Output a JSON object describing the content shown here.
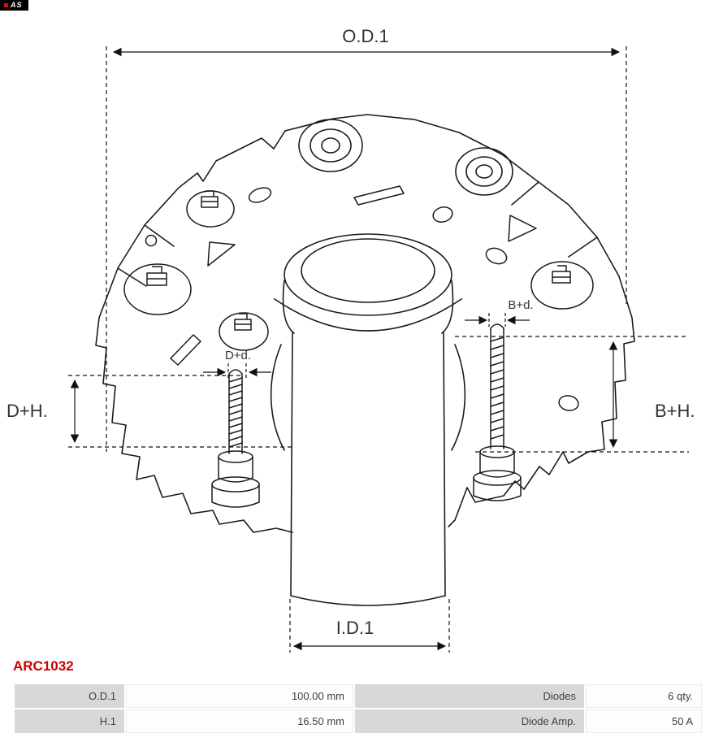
{
  "header": {
    "logo_text": "AS"
  },
  "diagram": {
    "labels": {
      "od1": "O.D.1",
      "id1": "I.D.1",
      "dh": "D+H.",
      "bh": "B+H.",
      "dd": "D+d.",
      "bd": "B+d."
    }
  },
  "part_code": "ARC1032",
  "colors": {
    "part_code_red": "#cc0000",
    "table_label_bg": "#d8d8d8",
    "drawing_line": "#1b1b1b"
  },
  "specs": {
    "rows": [
      [
        "O.D.1",
        "100.00 mm",
        "Diodes",
        "6 qty."
      ],
      [
        "H.1",
        "16.50 mm",
        "Diode Amp.",
        "50 A"
      ]
    ]
  }
}
